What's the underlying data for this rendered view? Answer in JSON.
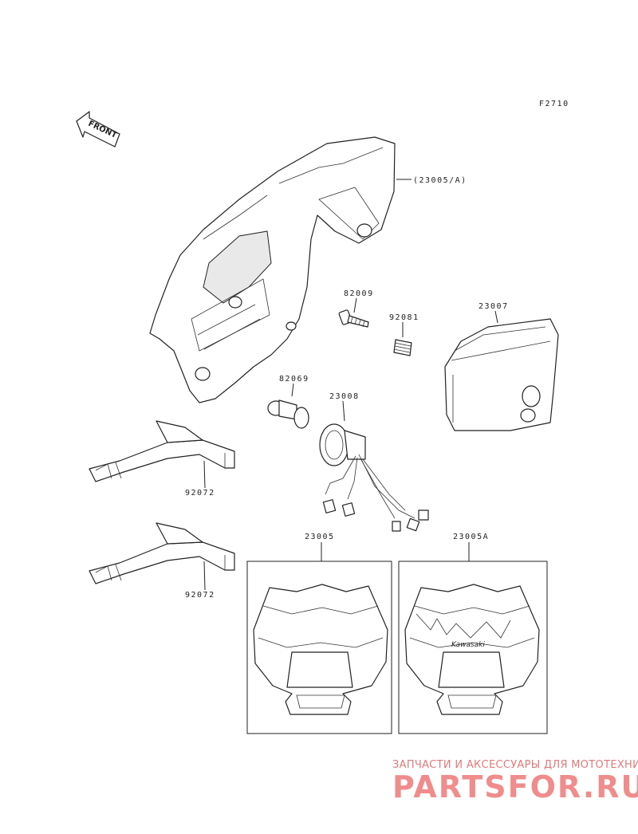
{
  "figure_code": "F2710",
  "front_marker": "FRONT",
  "callouts": {
    "headlight_cover_set": "(23005/A)",
    "screw": "82009",
    "spring": "92081",
    "lens_unit": "23007",
    "bulb": "82069",
    "socket_harness": "23008",
    "bracket_upper": "92072",
    "bracket_lower": "92072",
    "cover_a_box": "23005",
    "cover_b_box": "23005A"
  },
  "cover_b_graphic_text": "Kawasaki",
  "watermark": {
    "line1": "ЗАПЧАСТИ И АКСЕССУАРЫ ДЛЯ МОТОТЕХНИКИ",
    "line2": "PARTSFOR.RU",
    "color": "#f08c8c"
  }
}
